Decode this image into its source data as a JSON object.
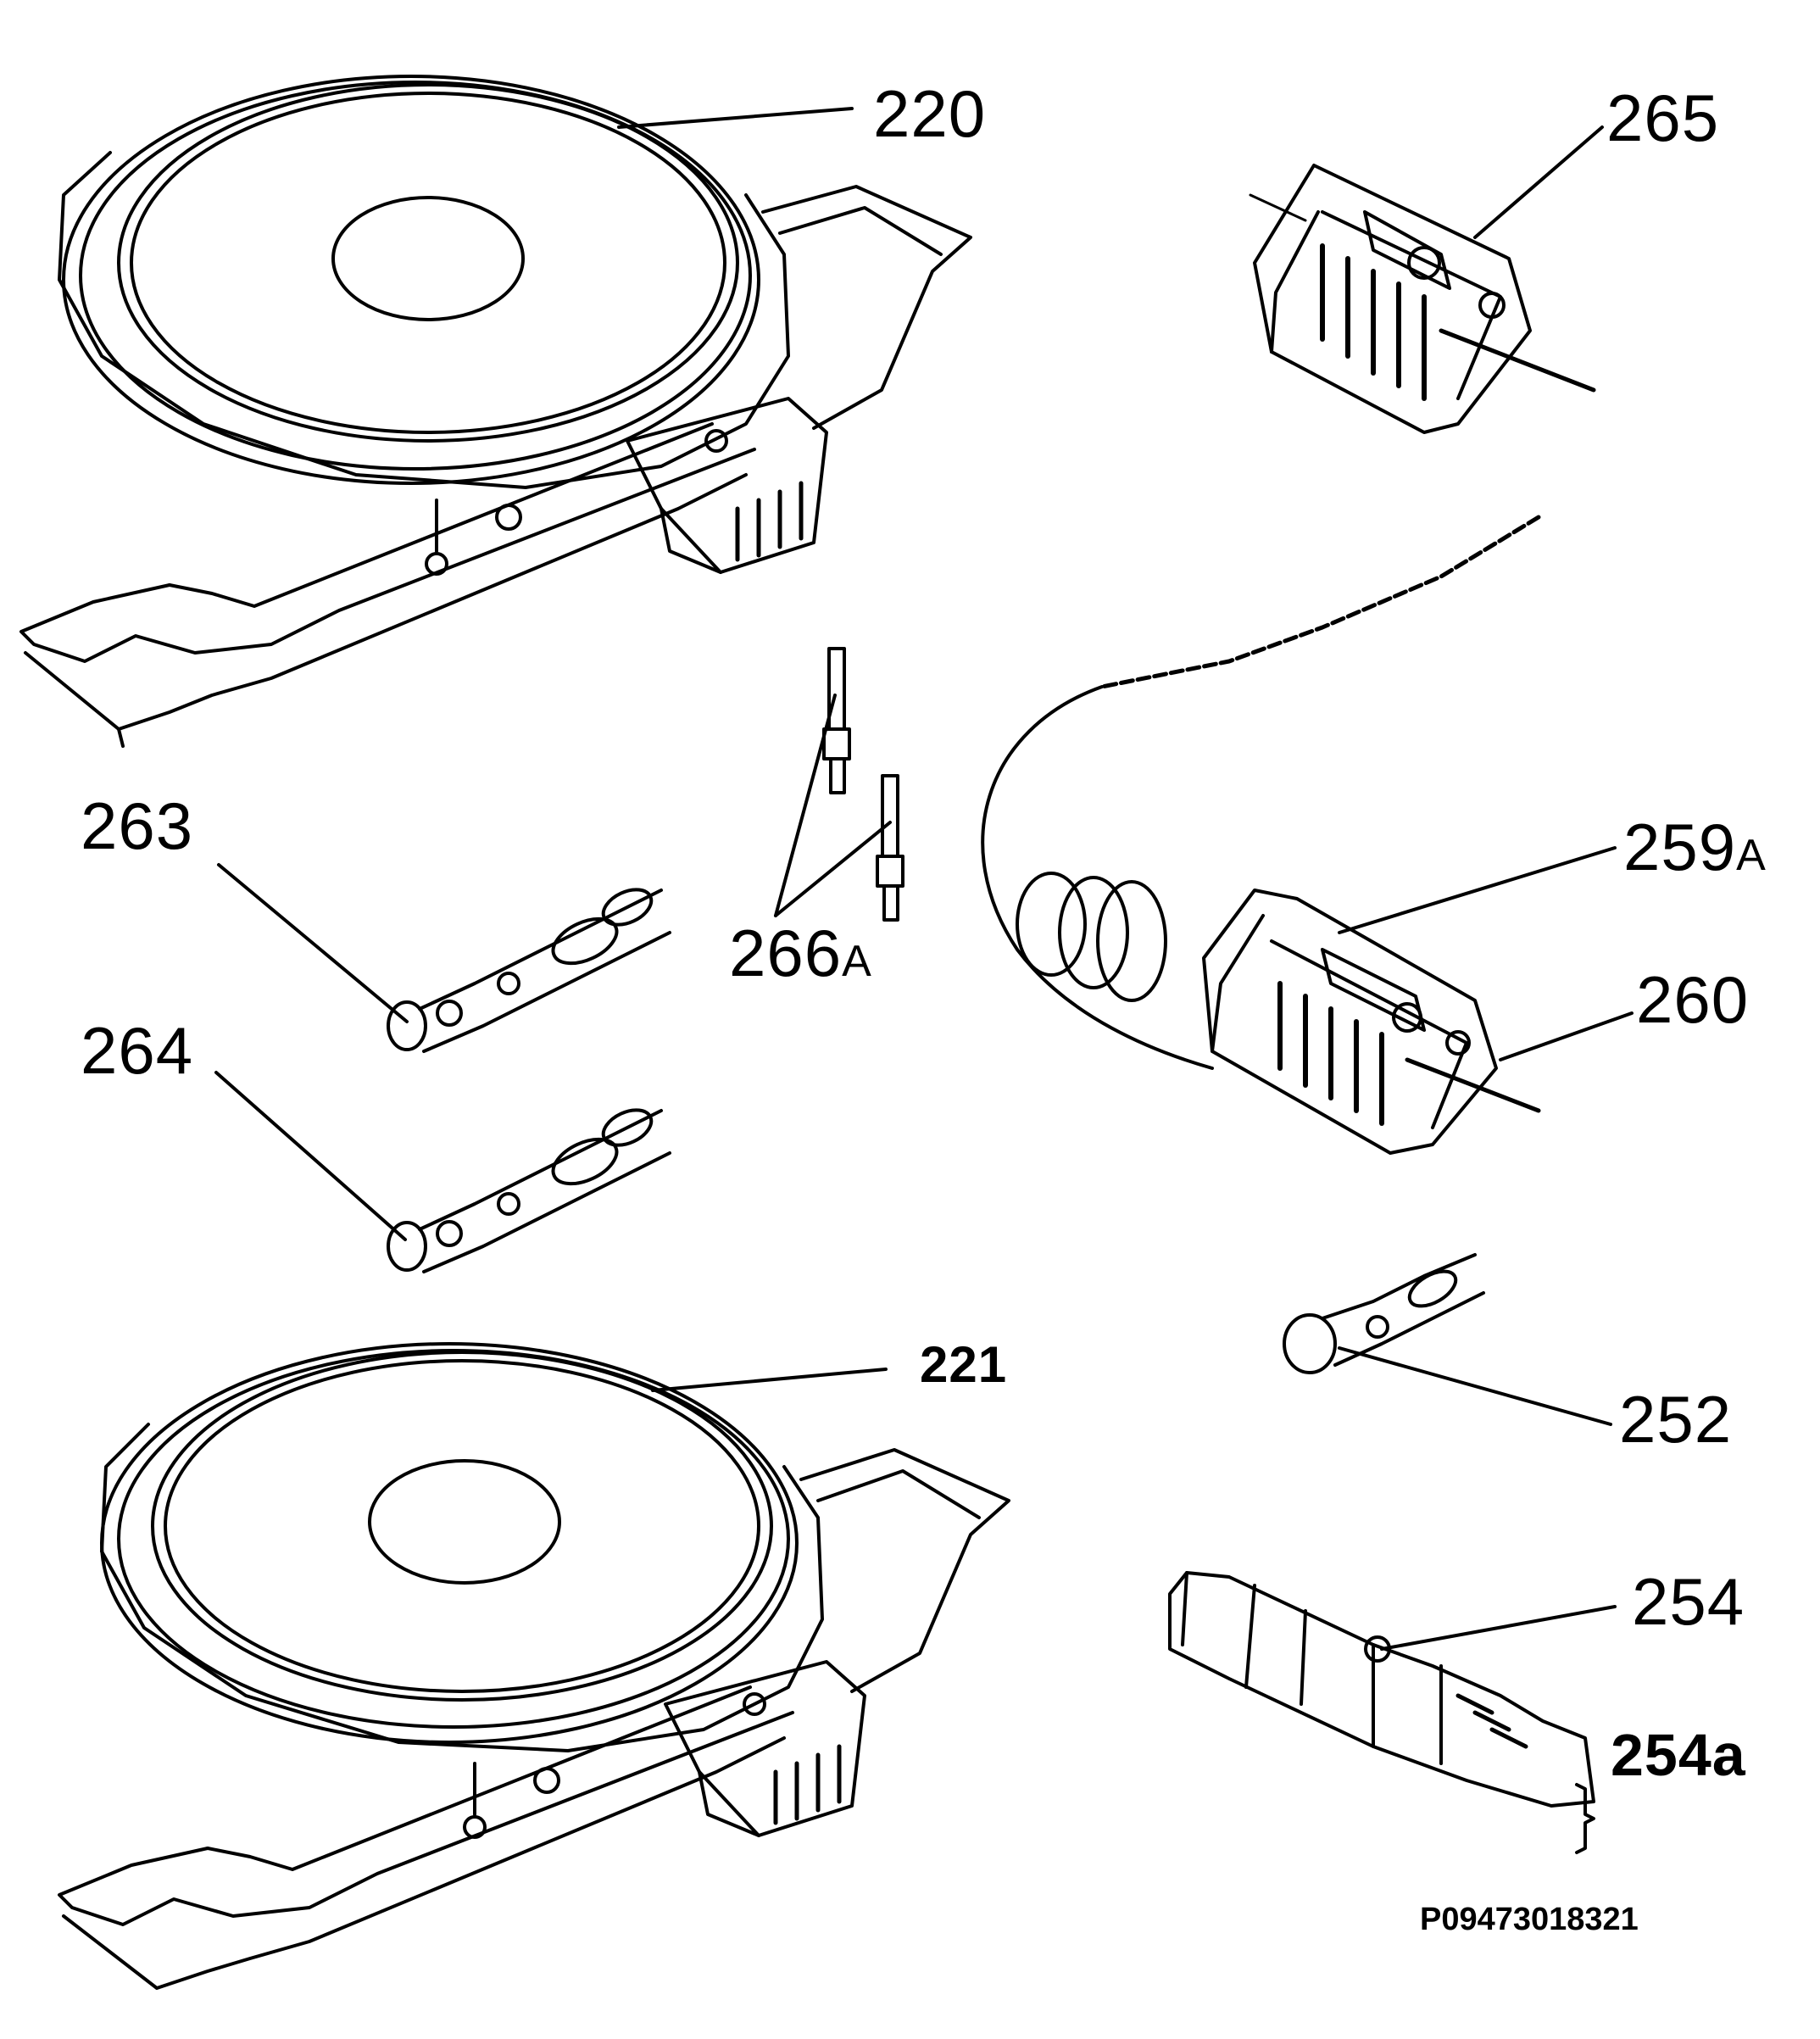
{
  "callouts": {
    "c220": "220",
    "c265": "265",
    "c263": "263",
    "c266": {
      "num": "266",
      "suffix": "A"
    },
    "c259": {
      "num": "259",
      "suffix": "A"
    },
    "c260": "260",
    "c264": "264",
    "c221": "221",
    "c252": "252",
    "c254": "254",
    "c254a": "254a"
  },
  "document_ref": "P09473018321",
  "colors": {
    "ink": "#000000",
    "paper": "#ffffff"
  }
}
